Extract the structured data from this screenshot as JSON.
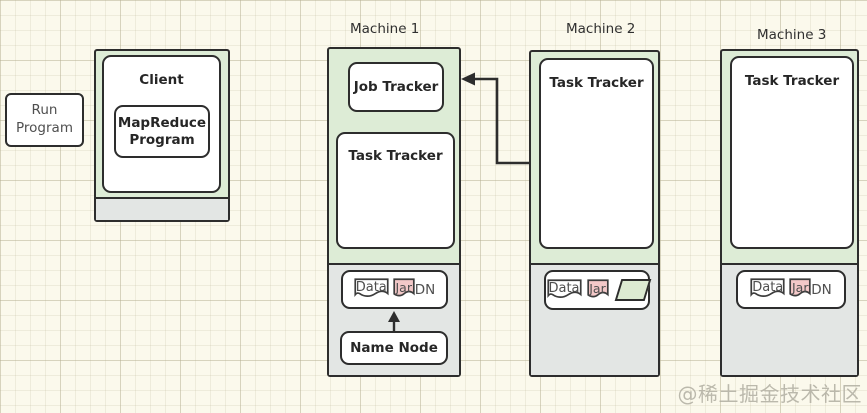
{
  "palette": {
    "canvas_background": "#fbf9ec",
    "grid_line": "#d9d5c0",
    "machine_green": "#ddecd6",
    "section_gray": "#e3e6e4",
    "box_white": "#ffffff",
    "border_dark": "#2d2d2d",
    "jar_pink": "#f3c8c8",
    "parallelogram_green": "#dcead2",
    "text_dark": "#262626",
    "text_gray": "#4f4f4f",
    "watermark_gray": "#b1aea2"
  },
  "client": {
    "run_program_label": "Run Program",
    "client_label": "Client",
    "mapreduce_program_label": "MapReduce Program"
  },
  "machines": [
    {
      "name": "Machine 1",
      "job_tracker_label": "Job Tracker",
      "task_tracker_label": "Task Tracker",
      "data_label": "Data",
      "jar_label": "Jar",
      "dn_label": "DN",
      "name_node_label": "Name Node"
    },
    {
      "name": "Machine 2",
      "task_tracker_label": "Task Tracker",
      "data_label": "Data",
      "jar_label": "Jar"
    },
    {
      "name": "Machine 3",
      "task_tracker_label": "Task Tracker",
      "data_label": "Data",
      "jar_label": "Jar",
      "dn_label": "DN"
    }
  ],
  "watermark": {
    "text": "@稀土掘金技术社区"
  }
}
